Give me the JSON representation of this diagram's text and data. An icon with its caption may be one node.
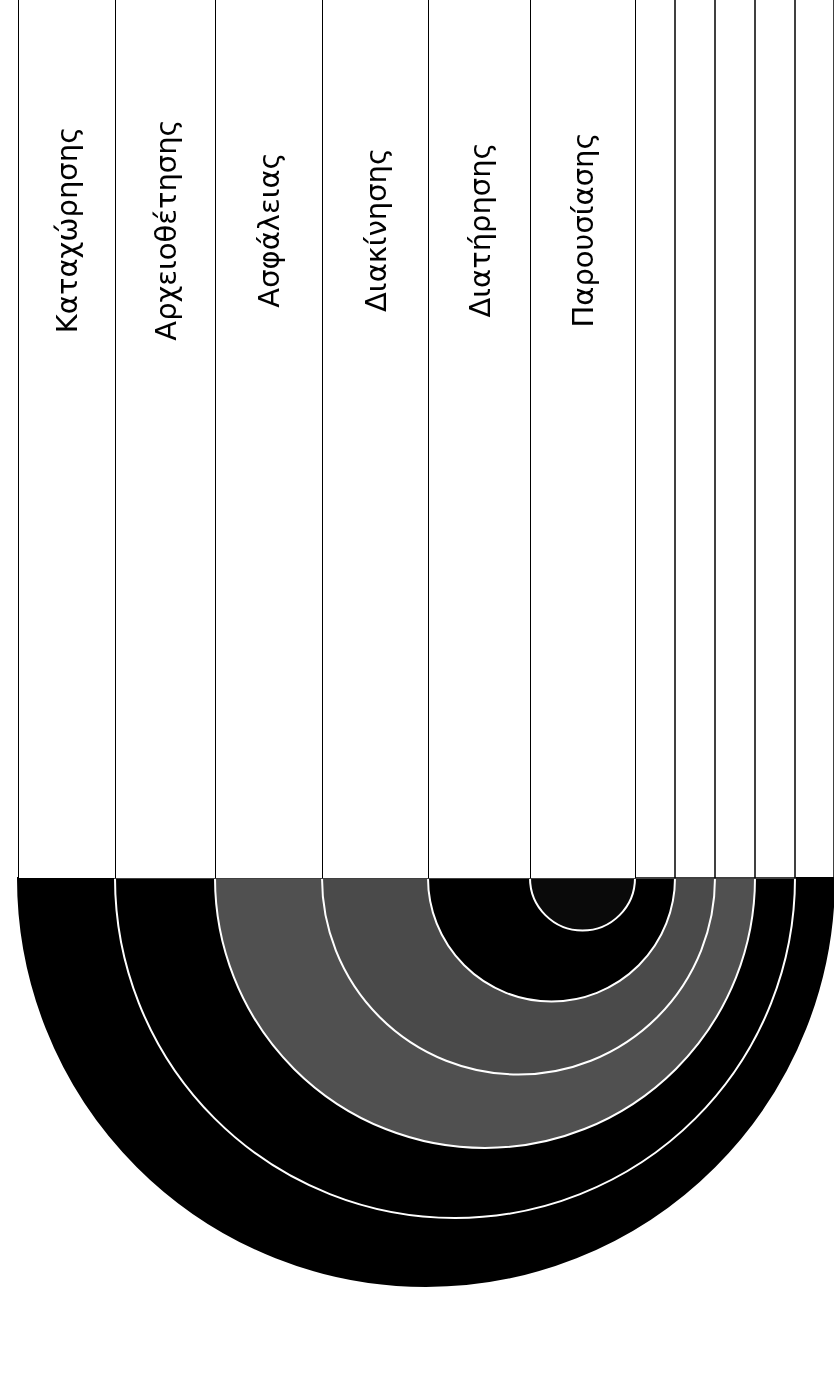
{
  "diagram": {
    "nodes": [
      {
        "text": [
          "Καταχώρησης"
        ]
      },
      {
        "text": [
          "Αρχειοθέτησης"
        ]
      },
      {
        "text": [
          "Ασφάλειας"
        ]
      },
      {
        "text": [
          "Διακίνησης"
        ]
      },
      {
        "text": [
          "Διατήρησης"
        ]
      },
      {
        "text": [
          "Παρουσίασης"
        ]
      }
    ]
  }
}
